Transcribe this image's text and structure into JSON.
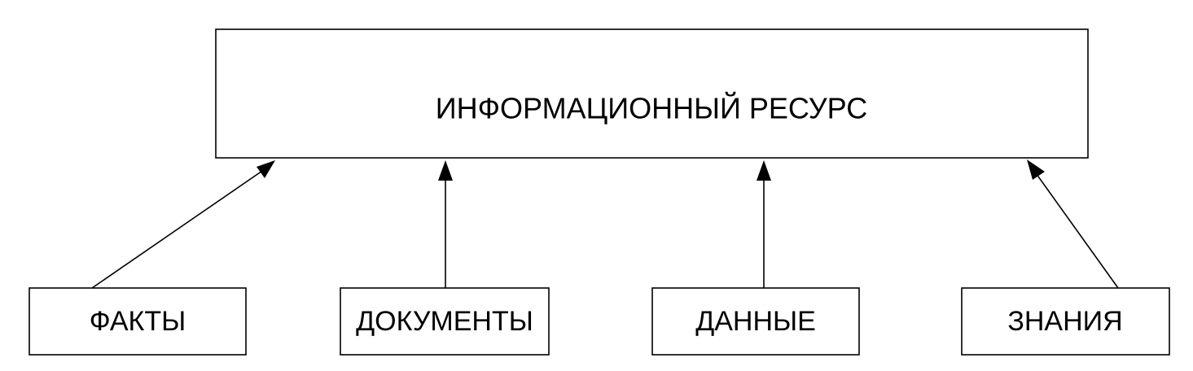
{
  "diagram": {
    "resource": {
      "label": "ИНФОРМАЦИОННЫЙ РЕСУРС"
    },
    "sources": [
      {
        "id": "facts",
        "label": "ФАКТЫ"
      },
      {
        "id": "documents",
        "label": "ДОКУМЕНТЫ"
      },
      {
        "id": "data",
        "label": "ДАННЫЕ"
      },
      {
        "id": "knowledge",
        "label": "ЗНАНИЯ"
      }
    ],
    "edges": [
      {
        "from": "facts",
        "to": "resource"
      },
      {
        "from": "documents",
        "to": "resource"
      },
      {
        "from": "data",
        "to": "resource"
      },
      {
        "from": "knowledge",
        "to": "resource"
      }
    ]
  }
}
